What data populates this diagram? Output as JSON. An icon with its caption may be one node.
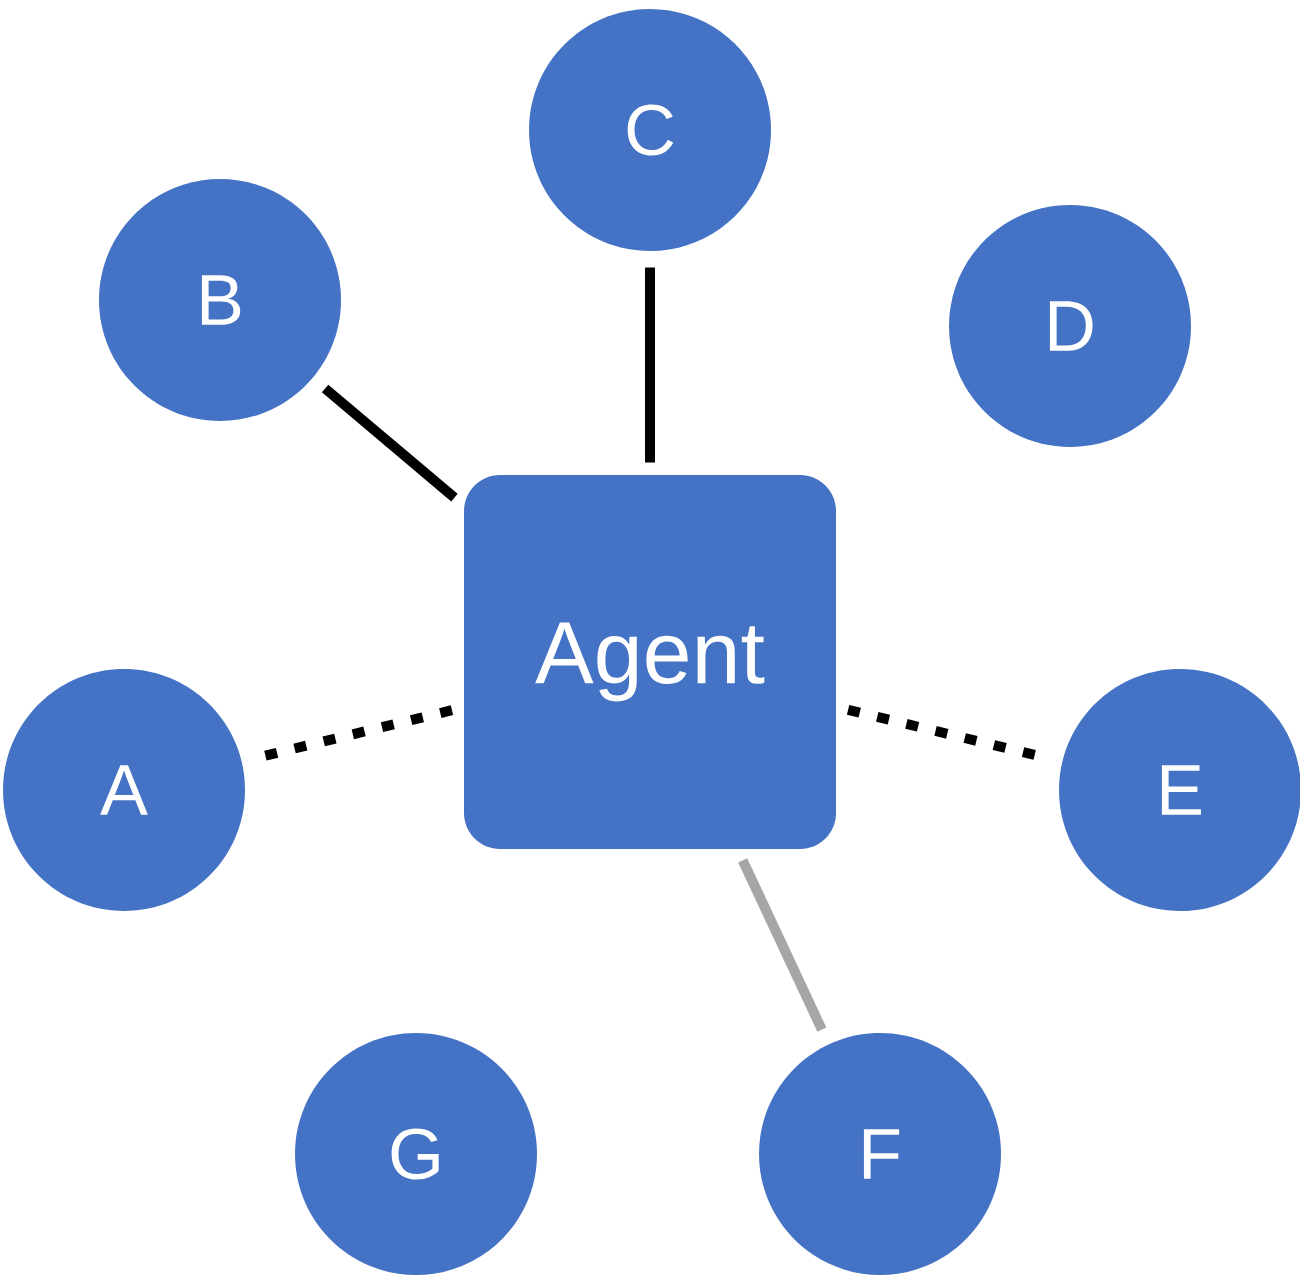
{
  "diagram": {
    "nodes": [
      {
        "text": [
          "C"
        ]
      },
      {
        "text": [
          "B"
        ]
      },
      {
        "text": [
          "D"
        ]
      },
      {
        "text": [
          "Agent"
        ]
      },
      {
        "text": [
          "A"
        ]
      },
      {
        "text": [
          "E"
        ]
      },
      {
        "text": [
          "G"
        ]
      },
      {
        "text": [
          "F"
        ]
      }
    ],
    "edges": [
      {
        "from": 3,
        "to": 0,
        "arrow": "none"
      },
      {
        "from": 3,
        "to": 1,
        "arrow": "none"
      },
      {
        "from": 3,
        "to": 4,
        "arrow": "none",
        "style": "dashed"
      },
      {
        "from": 3,
        "to": 5,
        "arrow": "none",
        "style": "dashed"
      },
      {
        "from": 3,
        "to": 7,
        "arrow": "none",
        "color": "#a6a6a6"
      }
    ]
  }
}
